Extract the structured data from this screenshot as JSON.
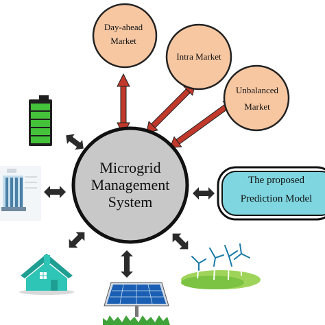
{
  "center": {
    "line1": "Microgrid",
    "line2": "Management",
    "line3": "System"
  },
  "markets": [
    {
      "line1": "Day-ahead",
      "line2": "Market"
    },
    {
      "line1": "Intra Market"
    },
    {
      "line1": "Unbalanced",
      "line2": "Market"
    }
  ],
  "prediction": {
    "line1": "The proposed",
    "line2": "Prediction Model"
  },
  "colors": {
    "center_fill": "#c8c8c8",
    "market_fill": "#f7c7a2",
    "market_arrow": "#c0392b",
    "prediction_fill": "#7fd6e0",
    "connector_arrow": "#2b2b2b",
    "battery_green": "#44c23a",
    "house_teal": "#2ec4b6",
    "solar_blue": "#1a5fb4"
  },
  "icons": [
    "battery-icon",
    "electrolyzer-icon",
    "house-icon",
    "solar-panel-icon",
    "wind-turbines-icon"
  ]
}
